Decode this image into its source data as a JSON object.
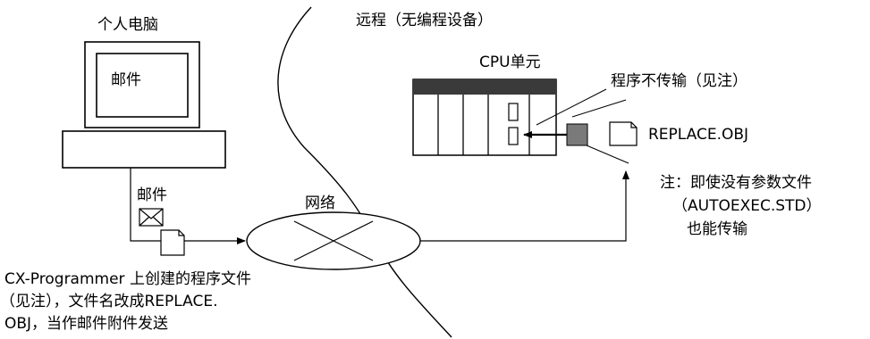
{
  "pc": {
    "title": "个人电脑",
    "screen_text": "邮件"
  },
  "mail_label": "邮件",
  "network_label": "网络",
  "remote_label": "远程（无编程设备）",
  "cpu_label": "CPU单元",
  "no_transfer_label": "程序不传输（见注）",
  "file_label": "REPLACE.OBJ",
  "note": {
    "line1": "注：即使没有参数文件",
    "line2": "（AUTOEXEC.STD）",
    "line3": "也能传输"
  },
  "caption": {
    "line1": "CX-Programmer 上创建的程序文件",
    "line2": "（见注），文件名改成REPLACE.",
    "line3": "OBJ，当作邮件附件发送"
  },
  "colors": {
    "plc_band": "#3a3a3a",
    "card_fill": "#7a7a7a",
    "line": "#000000"
  }
}
